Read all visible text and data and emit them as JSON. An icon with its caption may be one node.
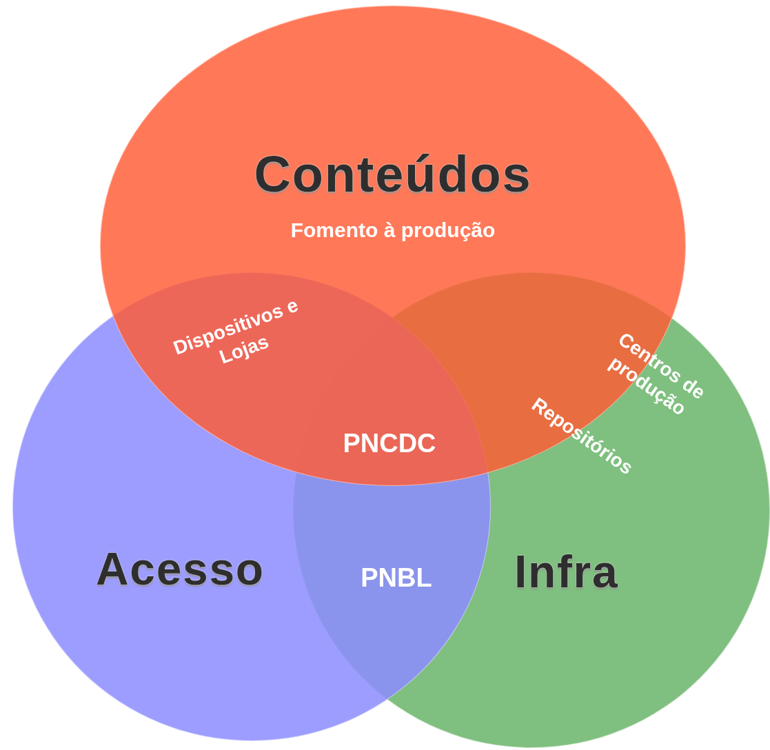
{
  "diagram": {
    "nodes": [
      {
        "text": [
          "Conteúdos",
          "Fomento à produção"
        ]
      },
      {
        "text": [
          "Acesso"
        ]
      },
      {
        "text": [
          "Infra"
        ]
      }
    ],
    "labels": [
      "Dispositivos e Lojas",
      "Centros de produção",
      "Repositórios",
      "PNCDC",
      "PNBL"
    ]
  }
}
